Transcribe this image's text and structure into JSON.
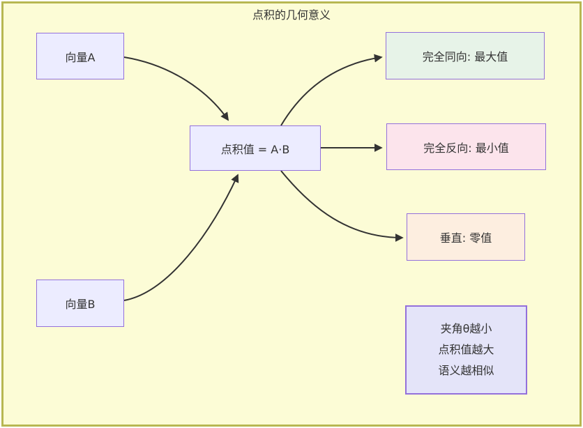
{
  "title": "点积的几何意义",
  "nodes": {
    "vector_a": {
      "label": "向量A"
    },
    "vector_b": {
      "label": "向量B"
    },
    "dot_product": {
      "label": "点积值 = A·B"
    },
    "same_direction": {
      "label": "完全同向: 最大值"
    },
    "opposite_direction": {
      "label": "完全反向: 最小值"
    },
    "perpendicular": {
      "label": "垂直: 零值"
    },
    "note": {
      "lines": [
        "夹角θ越小",
        "点积值越大",
        "语义越相似"
      ]
    }
  },
  "edges": [
    {
      "from": "vector_a",
      "to": "dot_product"
    },
    {
      "from": "vector_b",
      "to": "dot_product"
    },
    {
      "from": "dot_product",
      "to": "same_direction"
    },
    {
      "from": "dot_product",
      "to": "opposite_direction"
    },
    {
      "from": "dot_product",
      "to": "perpendicular"
    }
  ],
  "colors": {
    "canvas_background": "#fcfcd6",
    "frame_border": "#b7b752",
    "node_fill": "#ececff",
    "node_border": "#9370db",
    "same_direction_fill": "#e7f3e8",
    "opposite_direction_fill": "#fce4ec",
    "perpendicular_fill": "#fdeee0",
    "note_fill": "#e4e4f9",
    "arrow": "#333333",
    "text": "#333333"
  }
}
